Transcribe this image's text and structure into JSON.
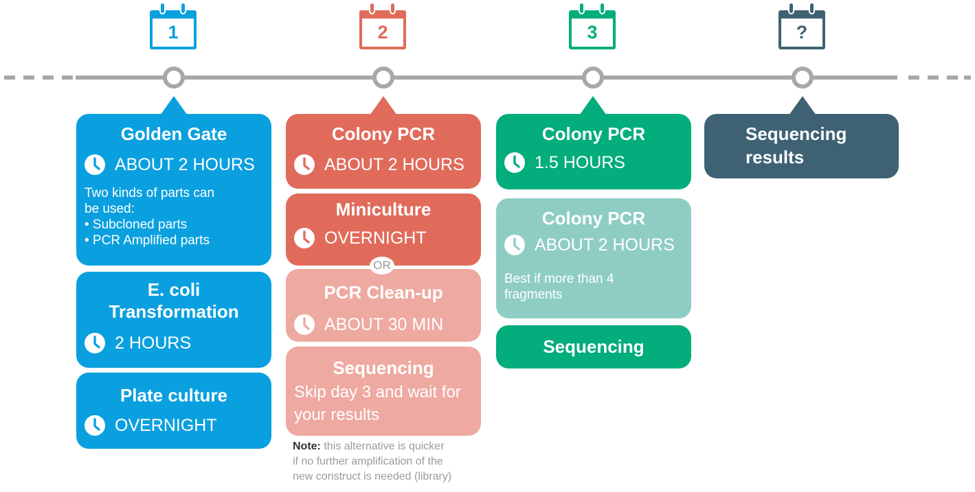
{
  "colors": {
    "blue": "#0aa0df",
    "red": "#e06b5b",
    "pink": "#eea9a1",
    "green": "#03ad7c",
    "teal": "#8fcdc4",
    "slate": "#3e6273",
    "timeline": "#a8a8a8"
  },
  "icons": [
    "calendar-icon",
    "clock-icon"
  ],
  "days": [
    {
      "label": "1"
    },
    {
      "label": "2"
    },
    {
      "label": "3"
    },
    {
      "label": "?"
    }
  ],
  "day1": {
    "golden_gate": {
      "title": "Golden Gate",
      "duration": "ABOUT 2 HOURS",
      "desc": [
        "Two kinds of parts can",
        "be used:",
        "• Subcloned parts",
        "• PCR Amplified parts"
      ]
    },
    "transformation": {
      "title_line1": "E. coli",
      "title_line2": "Transformation",
      "duration": "2 HOURS"
    },
    "plate_culture": {
      "title": "Plate culture",
      "duration": "OVERNIGHT"
    }
  },
  "day2": {
    "colony_pcr": {
      "title": "Colony PCR",
      "duration": "ABOUT 2 HOURS"
    },
    "miniculture": {
      "title": "Miniculture",
      "duration": "OVERNIGHT"
    },
    "or_label": "OR",
    "pcr_cleanup": {
      "title": "PCR Clean-up",
      "duration": "ABOUT 30 MIN"
    },
    "sequencing": {
      "title": "Sequencing",
      "desc_line1": "Skip day 3 and wait for",
      "desc_line2": "your results"
    },
    "note": {
      "label": "Note:",
      "line1": "this alternative is quicker",
      "line2": "if no further amplification of the",
      "line3": "new construct is needed (library)"
    }
  },
  "day3": {
    "colony_pcr_a": {
      "title": "Colony PCR",
      "duration": "1.5 HOURS"
    },
    "colony_pcr_b": {
      "title": "Colony PCR",
      "duration": "ABOUT 2 HOURS",
      "desc": [
        "Best if more than 4",
        "fragments"
      ]
    },
    "sequencing": {
      "title": "Sequencing"
    }
  },
  "day4": {
    "results": {
      "title_line1": "Sequencing",
      "title_line2": "results"
    }
  }
}
